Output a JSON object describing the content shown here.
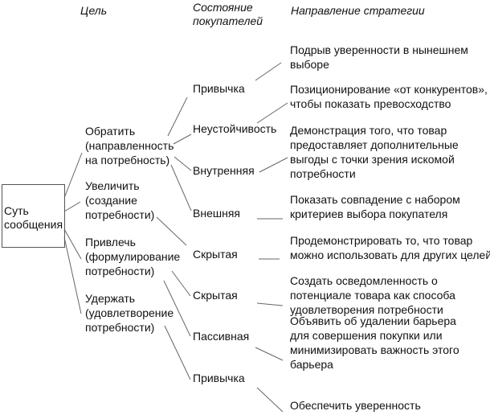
{
  "headers": {
    "goal": "Цель",
    "state_1": "Состояние",
    "state_2": "покупателей",
    "strategy": "Направление стратегии"
  },
  "root": {
    "line1": "Суть",
    "line2": "сообщения"
  },
  "goals": [
    {
      "l1": "Обратить",
      "l2": "(направленность",
      "l3": "на потребность)"
    },
    {
      "l1": "Увеличить",
      "l2": "(создание",
      "l3": "потребности)"
    },
    {
      "l1": "Привлечь",
      "l2": "(формулирование",
      "l3": "потребности)"
    },
    {
      "l1": "Удержать",
      "l2": "(удовлетворение",
      "l3": "потребности)"
    }
  ],
  "states": [
    "Привычка",
    "Неустойчивость",
    "Внутренняя",
    "Внешняя",
    "Скрытая",
    "Скрытая",
    "Пассивная",
    "Привычка"
  ],
  "strategies": [
    [
      "Подрыв уверенности в нынешнем",
      "выборе"
    ],
    [
      "Позиционирование «от конкурентов»,",
      "чтобы показать превосходство"
    ],
    [
      "Демонстрация того, что товар",
      "предоставляет дополнительные",
      "выгоды с точки зрения искомой",
      "потребности"
    ],
    [
      "Показать совпадение с набором",
      "критериев выбора покупателя"
    ],
    [
      "Продемонстрировать то, что товар",
      "можно использовать для других целей"
    ],
    [
      "Создать осведомленность о",
      "потенциале товара как способа",
      "удовлетворения потребности"
    ],
    [
      "Объявить об удалении барьера",
      "для совершения покупки или",
      "минимизировать важность этого",
      "барьера"
    ],
    [
      "Обеспечить уверенность"
    ]
  ]
}
